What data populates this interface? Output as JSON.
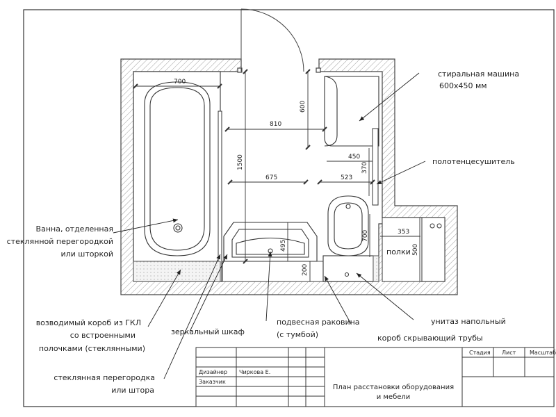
{
  "plan": {
    "dimensions": {
      "bath_width": "700",
      "span_810": "810",
      "machine_depth": "600",
      "span_675": "675",
      "span_523": "523",
      "span_450": "450",
      "dry_height": "370",
      "bath_length": "1500",
      "sink_depth": "495",
      "cabinet_height": "200",
      "toilet_depth": "700",
      "shelf_width": "353",
      "shelf_depth": "500"
    },
    "labels": {
      "washing_machine_line1": "стиральная машина",
      "washing_machine_line2": "600х450 мм",
      "towel_dryer": "полотенцесушитель",
      "bath_line1": "Ванна, отделенная",
      "bath_line2": "стеклянной перегородкой",
      "bath_line3": "или шторкой",
      "shelves": "полки",
      "box_line1": "возводимый короб из ГКЛ",
      "box_line2": "со встроенными",
      "box_line3": "полочками (стеклянными)",
      "mirror_cabinet": "зеркальный шкаф",
      "sink_line1": "подвесная раковина",
      "sink_line2": "(с тумбой)",
      "toilet": "унитаз напольный",
      "pipe_box": "короб скрывающий трубы",
      "glass_line1": "стеклянная перегородка",
      "glass_line2": "или штора"
    }
  },
  "title_block": {
    "stage_header": "Стадия",
    "sheet_header": "Лист",
    "scale_header": "Масштаб",
    "designer_role": "Дизайнер",
    "designer_name": "Чиркова Е.",
    "client_role": "Заказчик",
    "title_line1": "План расстановки оборудования",
    "title_line2": "и мебели"
  }
}
